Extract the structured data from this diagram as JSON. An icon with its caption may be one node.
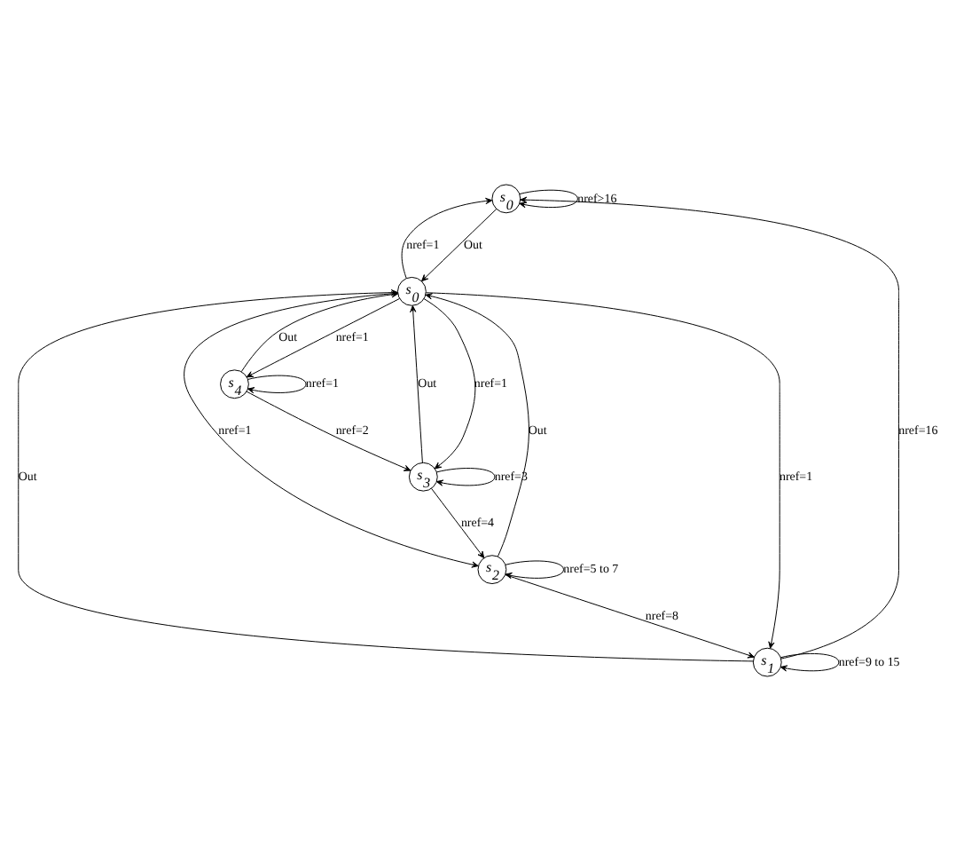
{
  "diagram": {
    "nodes": [
      {
        "text": [
          "s$_{0}$"
        ]
      },
      {
        "text": [
          "s$_{1}$"
        ]
      },
      {
        "text": [
          "s$_{0}$"
        ]
      },
      {
        "text": [
          "s$_{2}$"
        ]
      },
      {
        "text": [
          "s$_{4}$"
        ]
      },
      {
        "text": [
          "s$_{3}$"
        ]
      }
    ],
    "edges": [
      {
        "from": 0,
        "to": 0,
        "arrow": "to",
        "label": "nref>16"
      },
      {
        "from": 1,
        "to": 0,
        "arrow": "to",
        "label": "nref=16"
      },
      {
        "from": 1,
        "to": 1,
        "arrow": "to",
        "label": "nref=9 to 15"
      },
      {
        "from": 0,
        "to": 2,
        "arrow": "to",
        "label": "Out"
      },
      {
        "from": 2,
        "to": 0,
        "arrow": "to",
        "label": "nref=1"
      },
      {
        "from": 1,
        "to": 2,
        "arrow": "to",
        "label": "Out"
      },
      {
        "from": 2,
        "to": 1,
        "arrow": "to",
        "label": "nref=1"
      },
      {
        "from": 3,
        "to": 1,
        "arrow": "to",
        "label": "nref=8"
      },
      {
        "from": 3,
        "to": 2,
        "arrow": "to",
        "label": "Out"
      },
      {
        "from": 3,
        "to": 3,
        "arrow": "to",
        "label": "nref=5 to 7"
      },
      {
        "from": 2,
        "to": 3,
        "arrow": "to",
        "label": "nref=1"
      },
      {
        "from": 2,
        "to": 4,
        "arrow": "to",
        "label": "nref=1"
      },
      {
        "from": 4,
        "to": 2,
        "arrow": "to",
        "label": "Out"
      },
      {
        "from": 5,
        "to": 2,
        "arrow": "to",
        "label": "Out"
      },
      {
        "from": 2,
        "to": 5,
        "arrow": "to",
        "label": "nref=1"
      },
      {
        "from": 5,
        "to": 3,
        "arrow": "to",
        "label": "nref=4"
      },
      {
        "from": 4,
        "to": 4,
        "arrow": "to",
        "label": "nref=1"
      },
      {
        "from": 4,
        "to": 5,
        "arrow": "to",
        "label": "nref=2"
      },
      {
        "from": 5,
        "to": 5,
        "arrow": "to",
        "label": "nref=3"
      }
    ]
  }
}
